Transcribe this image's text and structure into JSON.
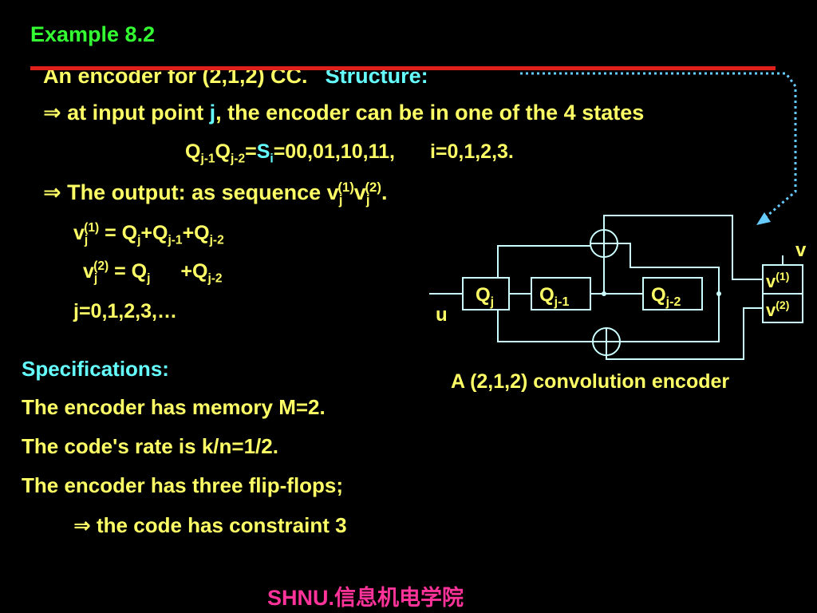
{
  "title": "Example 8.2",
  "intro": {
    "text": "An encoder for (2,1,2) CC.",
    "structure_label": "Structure:"
  },
  "symbols": {
    "implies": "⇒"
  },
  "state_line": {
    "prefix": " at input point ",
    "j": "j",
    "suffix": ", the encoder can be in one of the 4 states"
  },
  "states_eq": {
    "q1": "Q",
    "q1_sub": "j-1",
    "q2": "Q",
    "q2_sub": "j-2",
    "eq": "=",
    "s": "S",
    "s_sub": "i",
    "values": "=00,01,10,11,",
    "index": "i=0,1,2,3."
  },
  "output_line": {
    "text": " The output: as sequence v",
    "sub1": "j",
    "sup1": "(1)",
    "v2": "v",
    "sub2": "j",
    "sup2": "(2)",
    "end": "."
  },
  "eq1": {
    "v": "v",
    "v_sub": "j",
    "v_sup": "(1)",
    "eq": " = Q",
    "q1_sub": "j",
    "plus1": "+Q",
    "q2_sub": "j-1",
    "plus2": "+Q",
    "q3_sub": "j-2"
  },
  "eq2": {
    "v": "v",
    "v_sub": "j",
    "v_sup": "(2)",
    "eq": " = Q",
    "q1_sub": "j",
    "plus": "+Q",
    "q2_sub": "j-2"
  },
  "j_line": "j=0,1,2,3,…",
  "specs": {
    "heading": "Specifications:",
    "lines": [
      "The encoder has memory M=2.",
      "The code's rate is  k/n=1/2.",
      "The encoder has three flip-flops;"
    ],
    "conclusion": " the code has constraint 3"
  },
  "diagram": {
    "caption": "A (2,1,2) convolution encoder",
    "input_label": "u",
    "output_label": "v",
    "registers": [
      {
        "main": "Q",
        "sub": "j"
      },
      {
        "main": "Q",
        "sub": "j-1"
      },
      {
        "main": "Q",
        "sub": "j-2"
      }
    ],
    "outputs": [
      {
        "main": "v",
        "sup": "(1)"
      },
      {
        "main": "v",
        "sup": "(2)"
      }
    ],
    "colors": {
      "wire": "#CCFFFF",
      "text": "#FFFF66",
      "pointer": "#66CCFF"
    }
  },
  "footer": "SHNU.信息机电学院"
}
